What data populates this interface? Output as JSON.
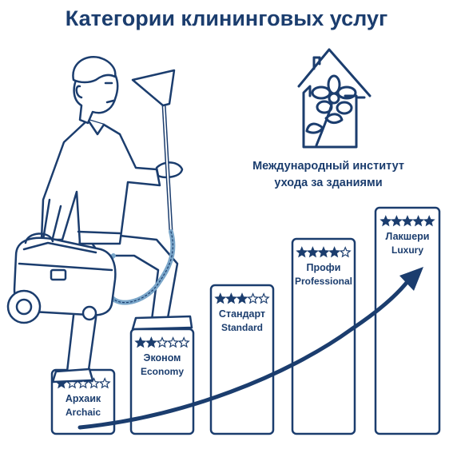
{
  "title": "Категории клининговых услуг",
  "organization": {
    "line1": "Международный институт",
    "line2": "ухода за зданиями"
  },
  "icons": {
    "logo": "house-flower-logo",
    "person": "man-with-vacuum-cleaner",
    "arrow": "growth-arrow"
  },
  "steps": [
    {
      "ru": "Архаик",
      "en": "Archaic",
      "stars": 1,
      "max_stars": 5
    },
    {
      "ru": "Эконом",
      "en": "Economy",
      "stars": 2,
      "max_stars": 5
    },
    {
      "ru": "Стандарт",
      "en": "Standard",
      "stars": 3,
      "max_stars": 5
    },
    {
      "ru": "Профи",
      "en": "Professional",
      "stars": 4,
      "max_stars": 5
    },
    {
      "ru": "Лакшери",
      "en": "Luxury",
      "stars": 5,
      "max_stars": 5
    }
  ],
  "colors": {
    "primary": "#1b3d6e",
    "hose": "#7aa6c9",
    "background": "#ffffff"
  }
}
